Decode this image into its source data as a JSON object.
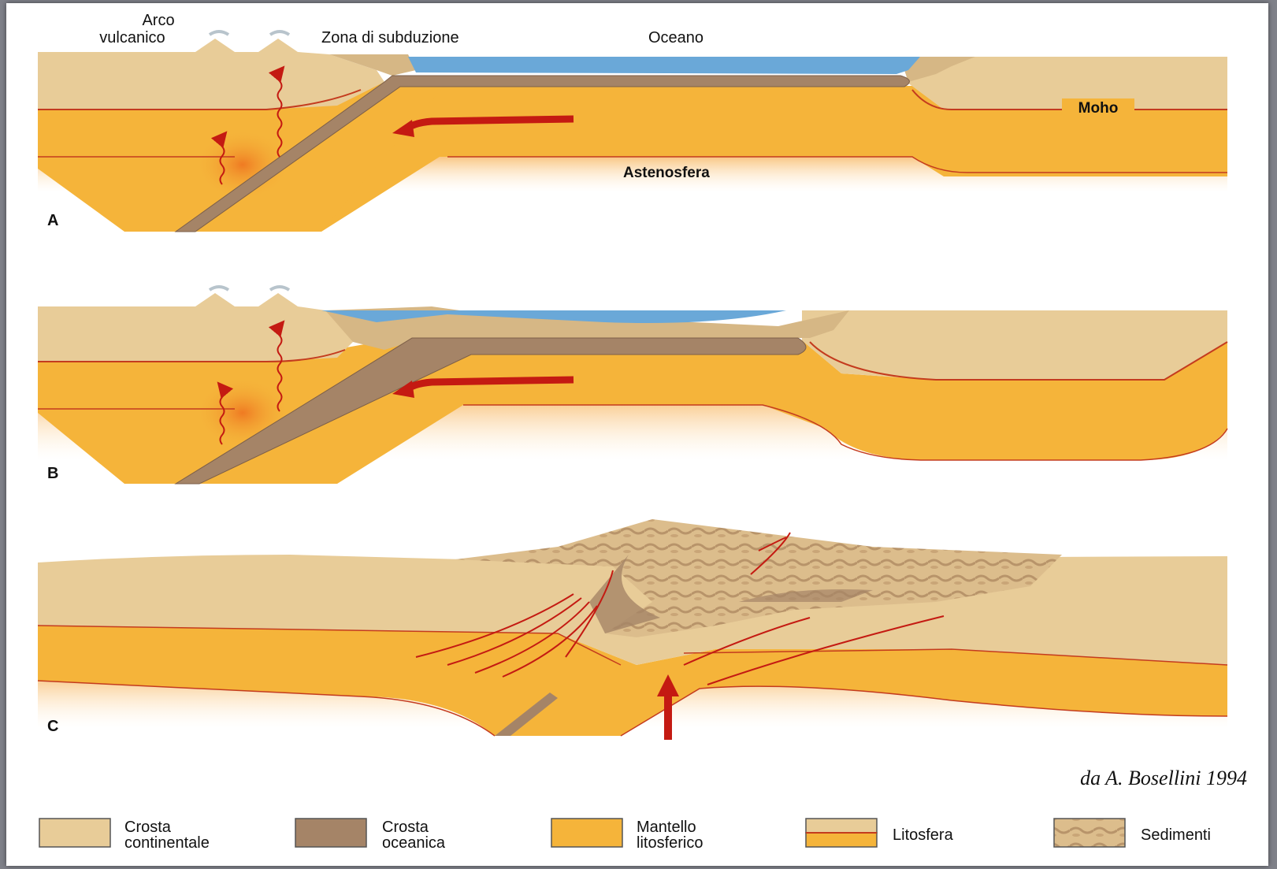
{
  "colors": {
    "crust": "#e8cc98",
    "oceanic_crust": "#a58467",
    "mantle": "#f5b43a",
    "ocean": "#6aa8d8",
    "moho_line": "#c43b1e",
    "arrow": "#c41a12",
    "sediment": "#d8b684"
  },
  "panel_a": {
    "letter": "A",
    "arc_label_line1": "Arco",
    "arc_label_line2": "vulcanico",
    "subduction_label": "Zona di subduzione",
    "ocean_label": "Oceano",
    "moho_label": "Moho",
    "asthenosphere_label": "Astenosfera"
  },
  "panel_b": {
    "letter": "B"
  },
  "panel_c": {
    "letter": "C"
  },
  "credit": "da A. Bosellini 1994",
  "legend": {
    "items": [
      {
        "icon": "continental-crust-swatch",
        "line1": "Crosta",
        "line2": "continentale"
      },
      {
        "icon": "oceanic-crust-swatch",
        "line1": "Crosta",
        "line2": "oceanica"
      },
      {
        "icon": "lithospheric-mantle-swatch",
        "line1": "Mantello",
        "line2": "litosferico"
      },
      {
        "icon": "lithosphere-swatch",
        "line1": "Litosfera",
        "line2": ""
      },
      {
        "icon": "sediments-swatch",
        "line1": "Sedimenti",
        "line2": ""
      }
    ]
  }
}
